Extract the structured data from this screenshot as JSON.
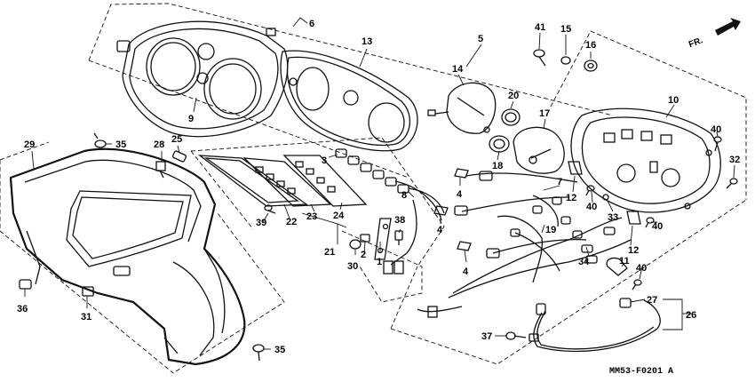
{
  "front_marker": {
    "text": "FR."
  },
  "figure_code": "MM53-F0201 A",
  "callouts": {
    "c1": "1",
    "c2": "2",
    "c3": "3",
    "c4a": "4",
    "c4b": "4",
    "c4c": "4",
    "c5": "5",
    "c6": "6",
    "c7": "7",
    "c8": "8",
    "c9": "9",
    "c10": "10",
    "c11": "11",
    "c12a": "12",
    "c12b": "12",
    "c13": "13",
    "c14": "14",
    "c15": "15",
    "c16": "16",
    "c17": "17",
    "c18": "18",
    "c19": "19",
    "c20": "20",
    "c21": "21",
    "c22": "22",
    "c23": "23",
    "c24": "24",
    "c25": "25",
    "c26": "26",
    "c27": "27",
    "c28": "28",
    "c29": "29",
    "c30": "30",
    "c31": "31",
    "c32": "32",
    "c33": "33",
    "c34": "34",
    "c35a": "35",
    "c35b": "35",
    "c36": "36",
    "c37": "37",
    "c38": "38",
    "c39": "39",
    "c40a": "40",
    "c40b": "40",
    "c40c": "40",
    "c40d": "40",
    "c41": "41"
  }
}
